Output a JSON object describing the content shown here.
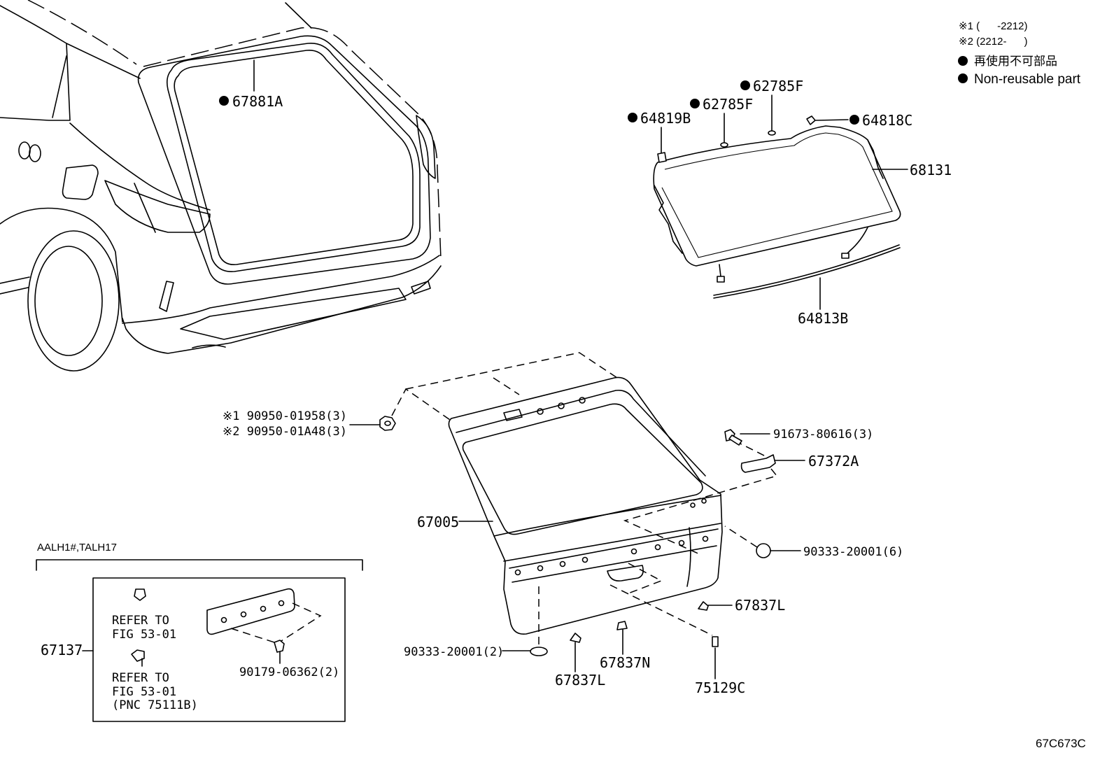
{
  "legend": {
    "variant_1": "※1 (      -2212)",
    "variant_2": "※2 (2212-      )",
    "non_reusable_ja": "再使用不可部品",
    "non_reusable_en": "Non-reusable part"
  },
  "callouts": {
    "weatherstrip": "67881A",
    "clip_upper": "62785F",
    "clip_lower": "62785F",
    "glass_clip_left": "64819B",
    "glass_clip_right": "64818C",
    "back_glass": "68131",
    "glass_molding": "64813B",
    "grommet_variant_1": "※1 90950-01958(3)",
    "grommet_variant_2": "※2 90950-01A48(3)",
    "bolt": "91673-80616(3)",
    "door_stay": "67372A",
    "back_door_panel": "67005",
    "hole_plug_6": "90333-20001(6)",
    "cushion_right": "67837L",
    "cushion_bottom": "67837L",
    "cushion_center": "67837N",
    "part_75129c": "75129C",
    "hole_plug_2": "90333-20001(2)"
  },
  "inset": {
    "applicability": "AALH1#,TALH17",
    "part": "67137",
    "ref_a": {
      "line1": "REFER TO",
      "line2": "FIG 53-01"
    },
    "ref_b": {
      "line1": "REFER TO",
      "line2": "FIG 53-01",
      "line3": "(PNC 75111B)"
    },
    "screw": "90179-06362(2)"
  },
  "illustration_code": "67C673C",
  "colors": {
    "ink": "#000000",
    "background": "#ffffff"
  }
}
